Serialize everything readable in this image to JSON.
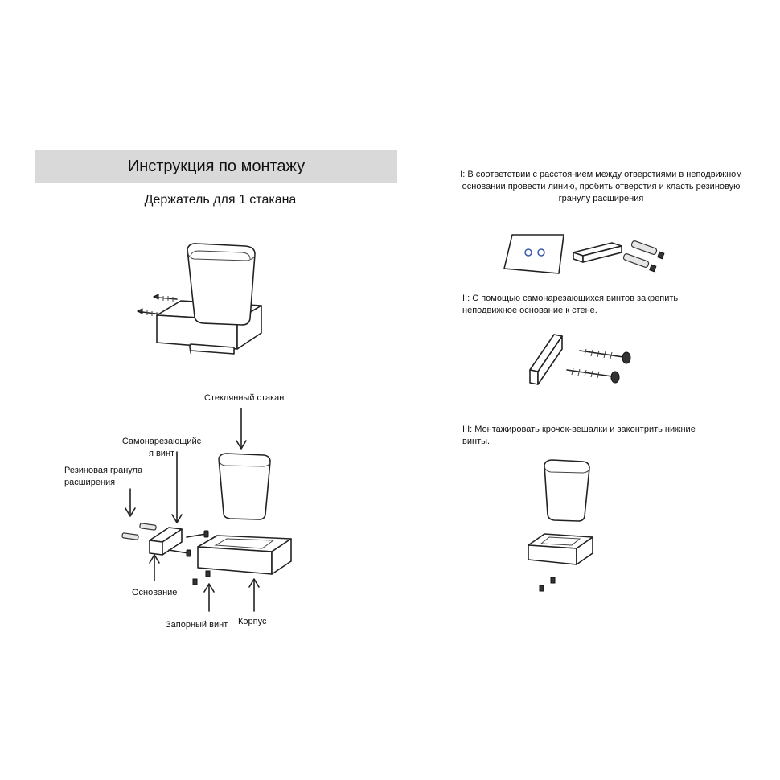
{
  "header": {
    "title": "Инструкция по монтажу",
    "subtitle": "Держатель для 1 стакана"
  },
  "parts": {
    "glass": "Стеклянный стакан",
    "screw": "Самонарезающийс я винт",
    "anchor": "Резиновая гранула расширения",
    "base": "Основание",
    "set_screw": "Запорный винт",
    "body": "Корпус"
  },
  "steps": {
    "step1": "I: В соответствии с расстоянием между отверстиями в неподвижном основании провести линию, пробить отверстия и класть резиновую гранулу расширения",
    "step2": "II: С помощью самонарезающихся винтов закрепить неподвижное основание к стене.",
    "step3": "III: Монтажировать крочок-вешалки и законтрить нижние винты."
  },
  "colors": {
    "title_bar": "#d9d9d9",
    "hole_marker": "#3a5aa8"
  }
}
